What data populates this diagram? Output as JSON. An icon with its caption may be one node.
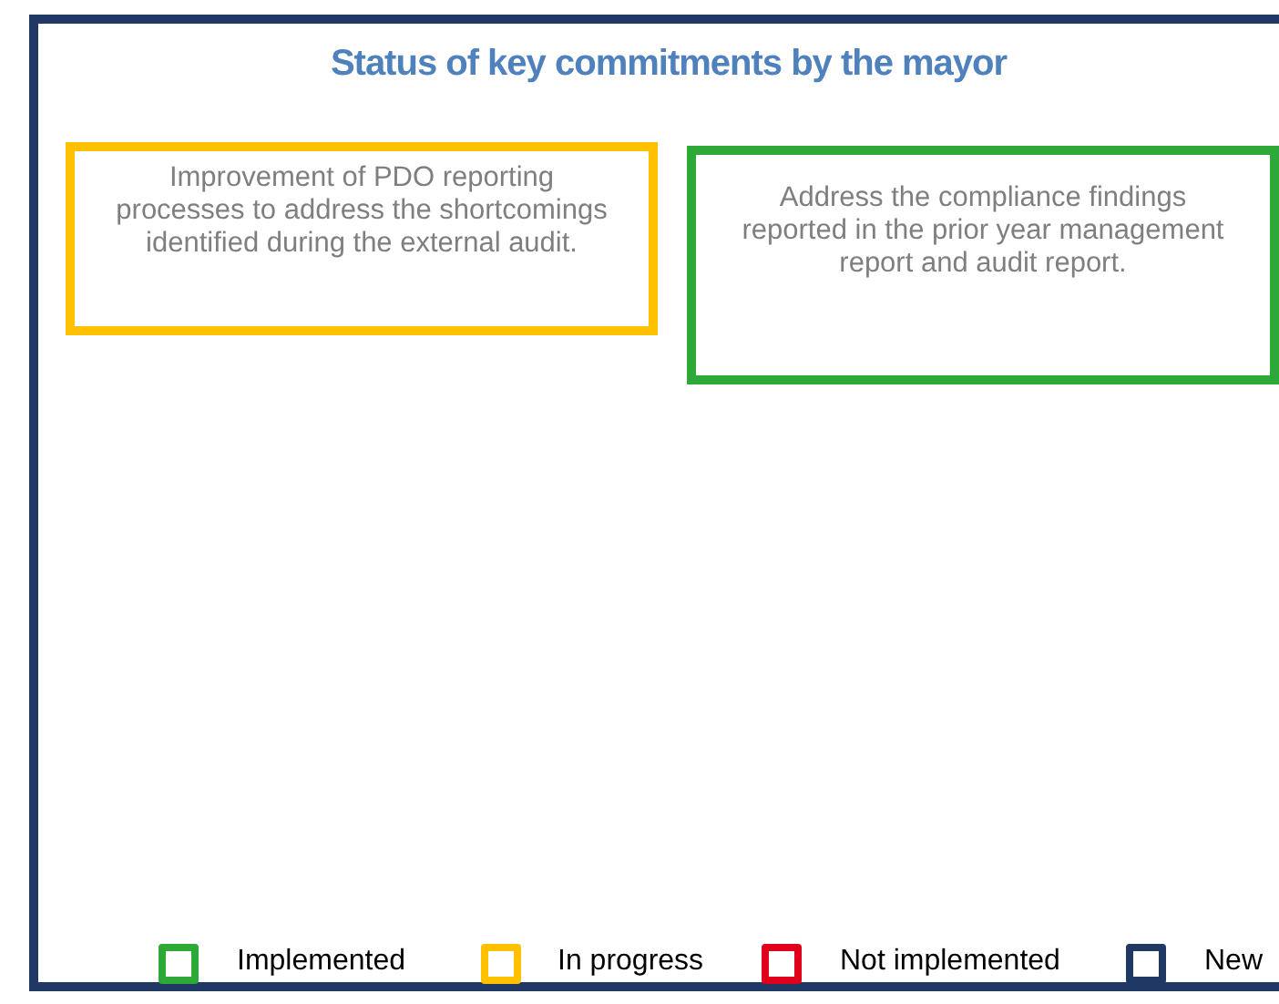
{
  "diagram": {
    "title": "Status of key commitments by the mayor",
    "nodes": [
      {
        "text": [
          "Improvement of PDO reporting processes to address the shortcomings identified during the external audit."
        ]
      },
      {
        "text": [
          "Address the compliance findings reported in the prior year management report and audit report."
        ]
      }
    ],
    "legend": [
      {
        "text": "Implemented",
        "color": "#2ea836"
      },
      {
        "text": "In progress",
        "color": "#ffc000"
      },
      {
        "text": "Not implemented",
        "color": "#e0001b"
      },
      {
        "text": "New",
        "color": "#1f3864"
      }
    ]
  }
}
